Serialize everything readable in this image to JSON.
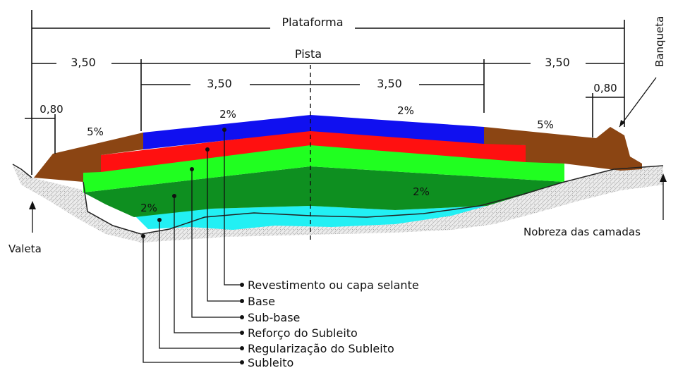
{
  "dimensions": {
    "plataforma": "Plataforma",
    "pista": "Pista",
    "outer_left": "3,50",
    "outer_right": "3,50",
    "inner_left": "3,50",
    "inner_right": "3,50",
    "shoulder_left": "0,80",
    "shoulder_right": "0,80"
  },
  "slopes": {
    "left_shoulder": "5%",
    "right_shoulder": "5%",
    "top_left": "2%",
    "top_right": "2%",
    "sub_base_right": "2%",
    "subgrade_left": "2%"
  },
  "side_labels": {
    "banqueta": "Banqueta",
    "valeta": "Valeta",
    "nobreza": "Nobreza das camadas"
  },
  "layers": [
    {
      "name": "Revestimento ou capa selante",
      "color": "#1010f0"
    },
    {
      "name": "Base",
      "color": "#ff1010"
    },
    {
      "name": "Sub-base",
      "color": "#20ff20"
    },
    {
      "name": "Reforço do Subleito",
      "color": "#0e8f20"
    },
    {
      "name": "Regularização do Subleito",
      "color": "#22f0f4"
    },
    {
      "name": "Subleito",
      "color": "#d8d8d8"
    }
  ],
  "colors": {
    "shoulder": "#8b4513",
    "ground": "#d9d9d9"
  }
}
